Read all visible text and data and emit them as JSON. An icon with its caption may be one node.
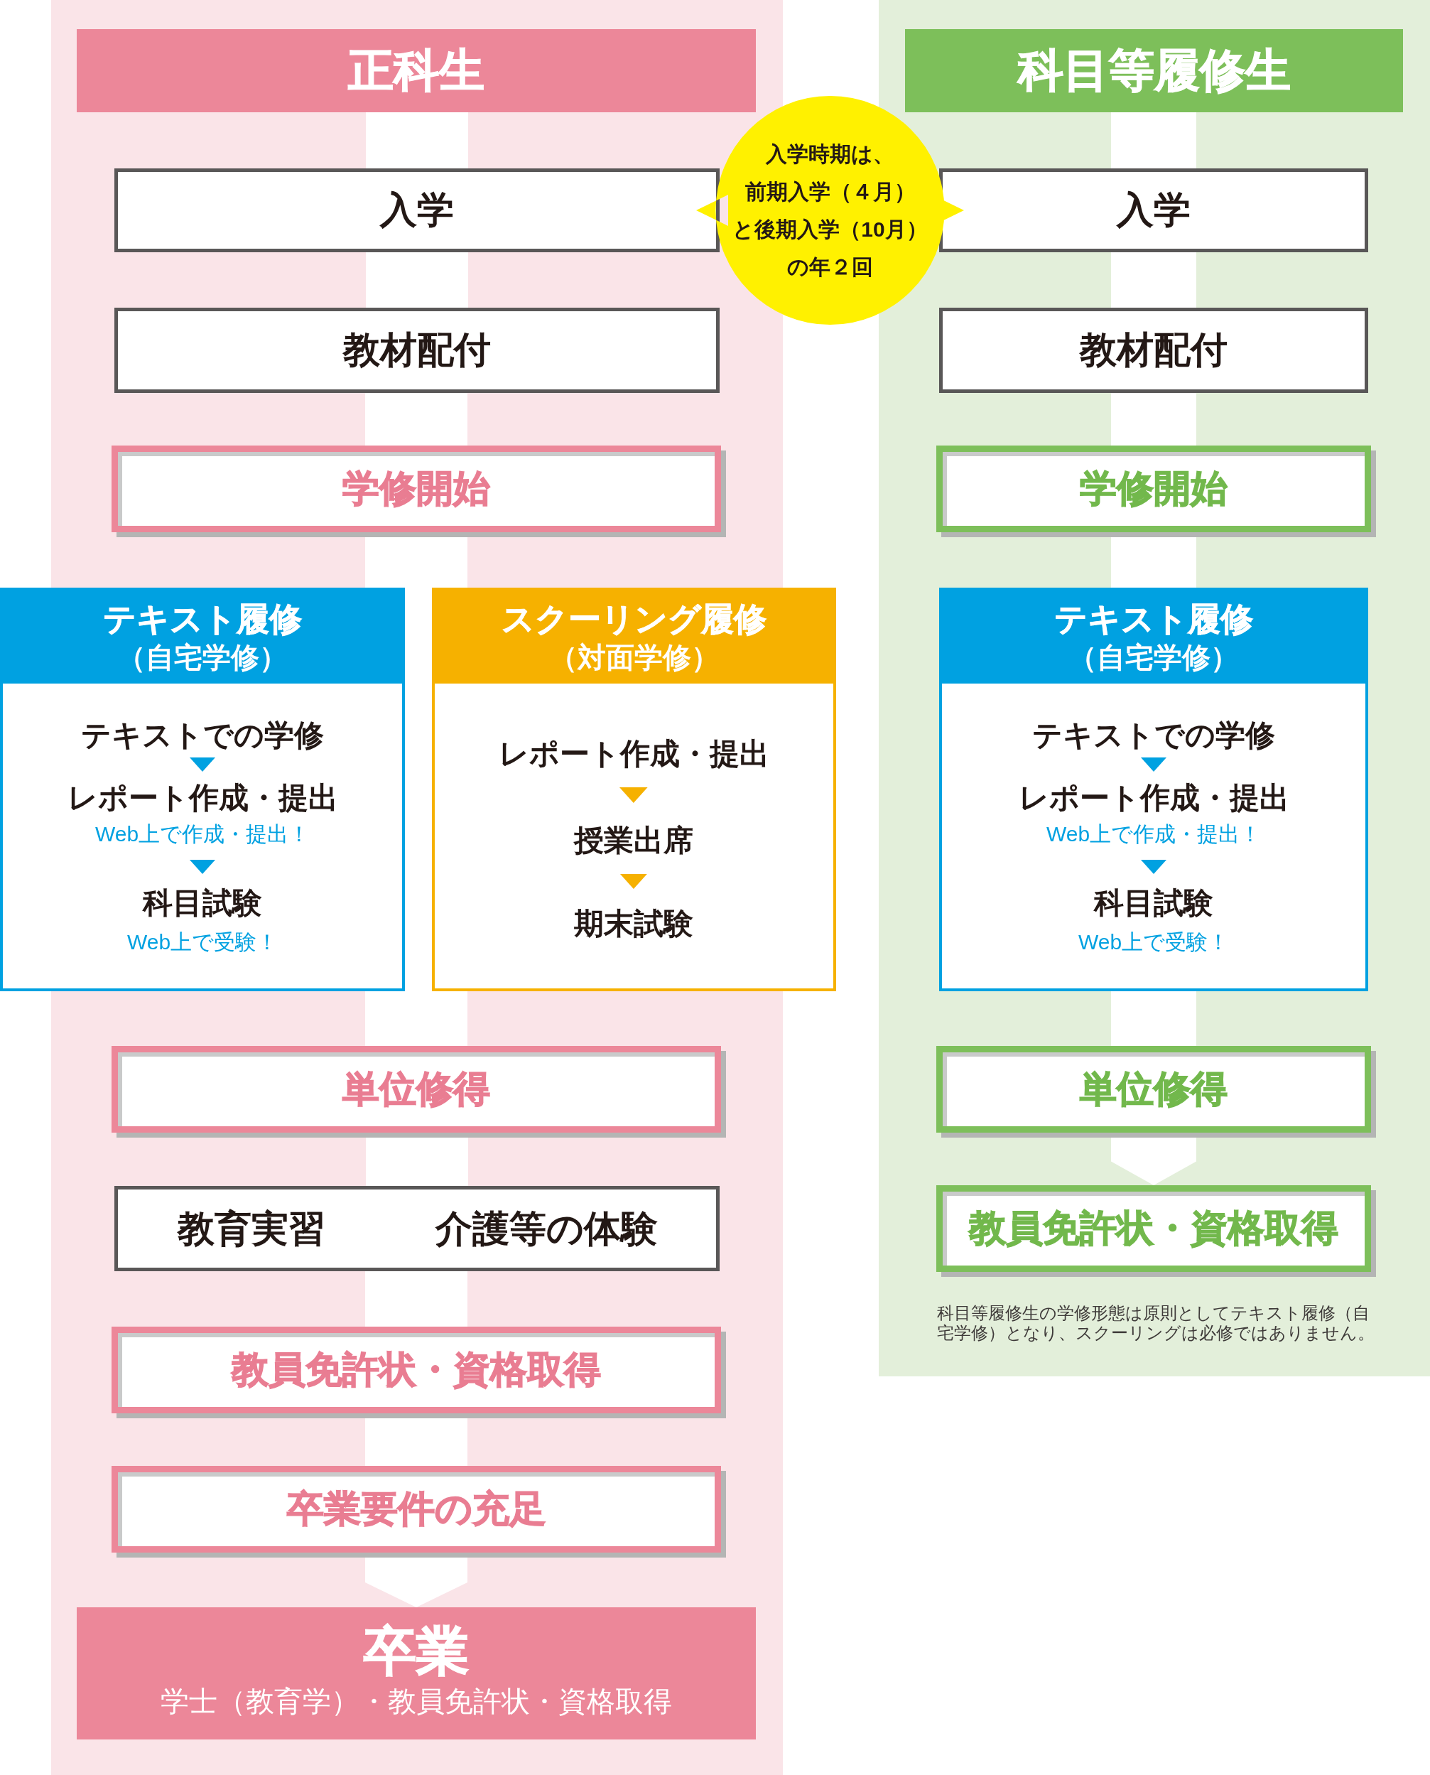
{
  "diagram": {
    "nodes": [
      {
        "text": [
          "正科生"
        ]
      },
      {
        "text": [
          "科目等履修生"
        ]
      },
      {
        "text": [
          "入学"
        ]
      },
      {
        "text": [
          "入学時期は、前期入学（４月）と後期入学（10月）の年２回"
        ]
      },
      {
        "text": [
          "入学"
        ]
      },
      {
        "text": [
          "教材配付"
        ]
      },
      {
        "text": [
          "教材配付"
        ]
      },
      {
        "text": [
          "学修開始"
        ]
      },
      {
        "text": [
          "学修開始"
        ]
      },
      {
        "text": [
          "テキスト履修",
          "（自宅学修）"
        ]
      },
      {
        "text": [
          "テキストでの学修"
        ],
        "in": 9
      },
      {
        "text": [
          "レポート作成・提出",
          "Web上で作成・提出！"
        ],
        "in": 9
      },
      {
        "text": [
          "科目試験",
          "Web上で受験！"
        ],
        "in": 9
      },
      {
        "text": [
          "スクーリング履修",
          "（対面学修）"
        ]
      },
      {
        "text": [
          "レポート作成・提出"
        ],
        "in": 13
      },
      {
        "text": [
          "授業出席"
        ],
        "in": 13
      },
      {
        "text": [
          "期末試験"
        ],
        "in": 13
      },
      {
        "text": [
          "テキスト履修",
          "（自宅学修）"
        ]
      },
      {
        "text": [
          "テキストでの学修"
        ],
        "in": 17
      },
      {
        "text": [
          "レポート作成・提出",
          "Web上で作成・提出！"
        ],
        "in": 17
      },
      {
        "text": [
          "科目試験",
          "Web上で受験！"
        ],
        "in": 17
      },
      {
        "text": [
          "単位修得"
        ]
      },
      {
        "text": [
          "単位修得"
        ]
      },
      {
        "text": [
          "教育実習",
          "介護等の体験"
        ]
      },
      {
        "text": [
          "教員免許状・資格取得"
        ]
      },
      {
        "text": [
          "教員免許状・資格取得"
        ]
      },
      {
        "text": [
          "卒業要件の充足"
        ]
      },
      {
        "text": [
          "卒業",
          "学士（教育学）・教員免許状・資格取得"
        ]
      }
    ],
    "edges": [
      {
        "from": 0,
        "to": 2,
        "arrow": "none",
        "style": "thick"
      },
      {
        "from": 2,
        "to": 5,
        "arrow": "none",
        "style": "thick"
      },
      {
        "from": 5,
        "to": 7,
        "arrow": "none",
        "style": "thick"
      },
      {
        "from": 7,
        "to": 9,
        "arrow": "none",
        "style": "thick"
      },
      {
        "from": 7,
        "to": 13,
        "arrow": "none",
        "style": "thick"
      },
      {
        "from": 9,
        "to": 21,
        "arrow": "none",
        "style": "thick"
      },
      {
        "from": 13,
        "to": 21,
        "arrow": "none",
        "style": "thick"
      },
      {
        "from": 21,
        "to": 23,
        "arrow": "none",
        "style": "thick"
      },
      {
        "from": 23,
        "to": 25,
        "arrow": "none",
        "style": "thick"
      },
      {
        "from": 25,
        "to": 26,
        "arrow": "none",
        "style": "thick"
      },
      {
        "from": 26,
        "to": 27,
        "arrow": "to",
        "style": "thick"
      },
      {
        "from": 1,
        "to": 4,
        "arrow": "none",
        "style": "thick"
      },
      {
        "from": 4,
        "to": 6,
        "arrow": "none",
        "style": "thick"
      },
      {
        "from": 6,
        "to": 8,
        "arrow": "none",
        "style": "thick"
      },
      {
        "from": 8,
        "to": 17,
        "arrow": "none",
        "style": "thick"
      },
      {
        "from": 17,
        "to": 22,
        "arrow": "none",
        "style": "thick"
      },
      {
        "from": 22,
        "to": 24,
        "arrow": "to",
        "style": "thick"
      },
      {
        "from": 10,
        "to": 11,
        "arrow": "to",
        "color": "#00a1e1"
      },
      {
        "from": 11,
        "to": 12,
        "arrow": "to",
        "color": "#00a1e1"
      },
      {
        "from": 14,
        "to": 15,
        "arrow": "to",
        "color": "#f6b100"
      },
      {
        "from": 15,
        "to": 16,
        "arrow": "to",
        "color": "#f6b100"
      },
      {
        "from": 18,
        "to": 19,
        "arrow": "to",
        "color": "#00a1e1"
      },
      {
        "from": 19,
        "to": 20,
        "arrow": "to",
        "color": "#00a1e1"
      }
    ],
    "labels": [
      "科目等履修生の学修形態は原則としてテキスト履修（自宅学修）となり、スクーリングは必修ではありません。"
    ]
  }
}
